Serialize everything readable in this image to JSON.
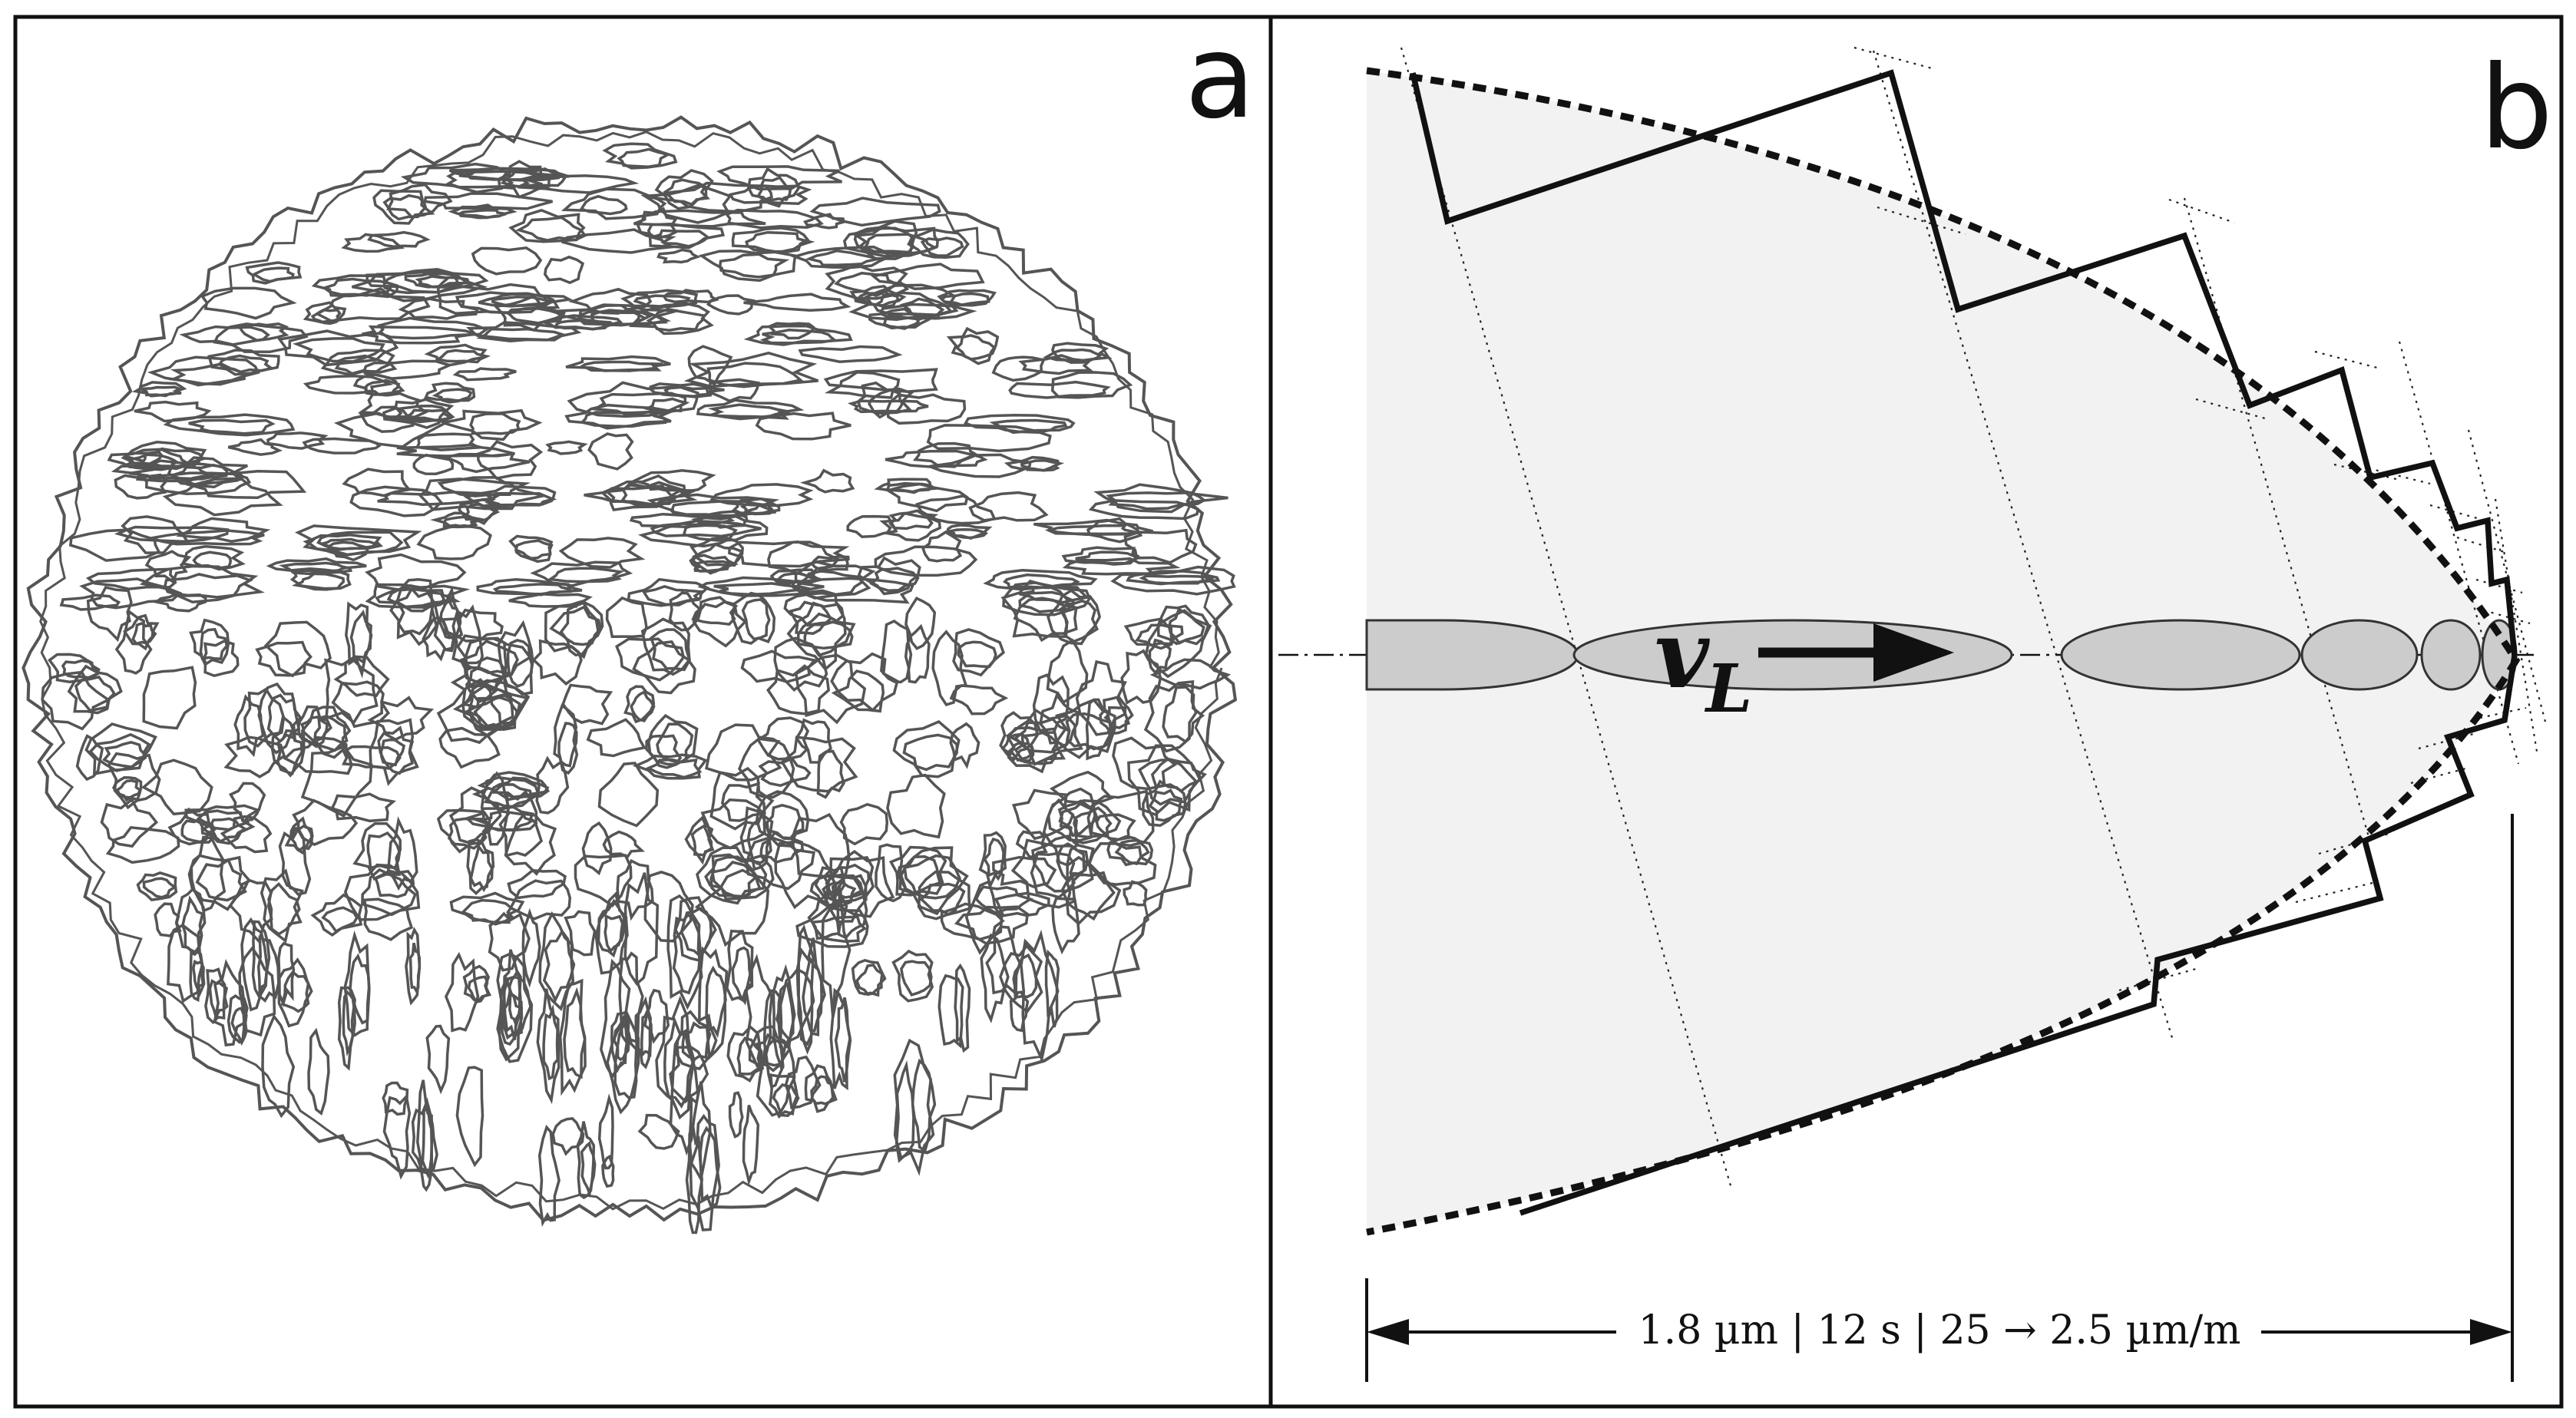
{
  "panels": [
    {
      "id": "a",
      "label": "a",
      "content": "contour-map"
    },
    {
      "id": "b",
      "label": "b",
      "content": "melt-pool-schematic"
    }
  ],
  "panel_b": {
    "velocity_symbol": "v",
    "velocity_subscript": "L",
    "dimension_label": "1.8 µm | 12 s | 25 → 2.5 µm/m"
  },
  "colors": {
    "ink": "#111111",
    "contour": "#555555",
    "melt_fill": "#f2f2f2",
    "ellipse_fill": "#cccccc"
  }
}
